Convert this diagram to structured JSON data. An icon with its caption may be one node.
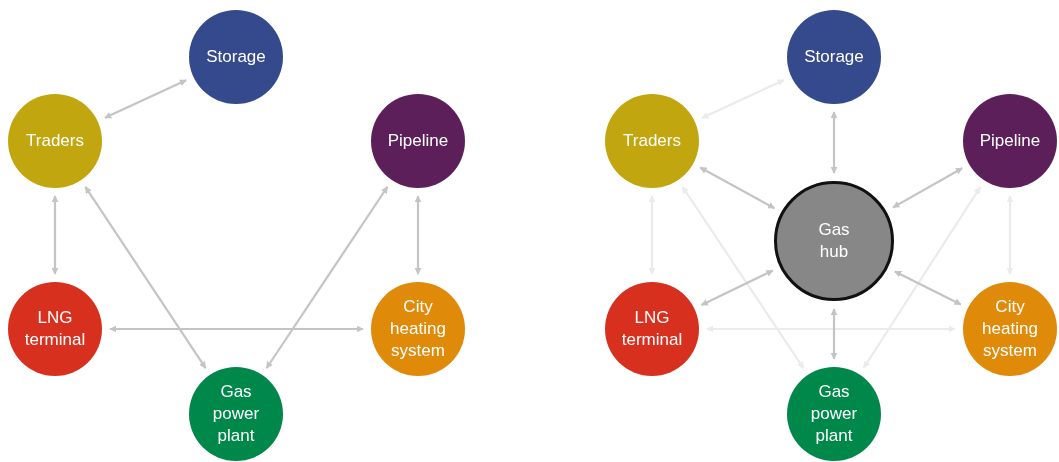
{
  "diagram": {
    "nodes": [
      {
        "text": [
          "Storage"
        ]
      },
      {
        "text": [
          "Traders"
        ]
      },
      {
        "text": [
          "Pipeline"
        ]
      },
      {
        "text": [
          "LNG terminal"
        ]
      },
      {
        "text": [
          "City heating system"
        ]
      },
      {
        "text": [
          "Gas power plant"
        ]
      },
      {
        "text": [
          "Storage"
        ]
      },
      {
        "text": [
          "Traders"
        ]
      },
      {
        "text": [
          "Pipeline"
        ]
      },
      {
        "text": [
          "Gas hub"
        ]
      },
      {
        "text": [
          "LNG terminal"
        ]
      },
      {
        "text": [
          "City heating system"
        ]
      },
      {
        "text": [
          "Gas power plant"
        ]
      }
    ],
    "edges": [
      {
        "from": 0,
        "to": 1,
        "arrow": "both"
      },
      {
        "from": 1,
        "to": 3,
        "arrow": "both"
      },
      {
        "from": 1,
        "to": 5,
        "arrow": "both"
      },
      {
        "from": 2,
        "to": 5,
        "arrow": "both"
      },
      {
        "from": 2,
        "to": 4,
        "arrow": "both"
      },
      {
        "from": 3,
        "to": 4,
        "arrow": "both"
      },
      {
        "from": 6,
        "to": 7,
        "arrow": "both",
        "color": "#ebebeb"
      },
      {
        "from": 7,
        "to": 10,
        "arrow": "both",
        "color": "#ebebeb"
      },
      {
        "from": 7,
        "to": 12,
        "arrow": "both",
        "color": "#ebebeb"
      },
      {
        "from": 8,
        "to": 12,
        "arrow": "both",
        "color": "#ebebeb"
      },
      {
        "from": 8,
        "to": 11,
        "arrow": "both",
        "color": "#ebebeb"
      },
      {
        "from": 10,
        "to": 11,
        "arrow": "both",
        "color": "#ebebeb"
      },
      {
        "from": 9,
        "to": 6,
        "arrow": "both"
      },
      {
        "from": 9,
        "to": 7,
        "arrow": "both"
      },
      {
        "from": 9,
        "to": 8,
        "arrow": "both"
      },
      {
        "from": 9,
        "to": 10,
        "arrow": "both"
      },
      {
        "from": 9,
        "to": 11,
        "arrow": "both"
      },
      {
        "from": 9,
        "to": 12,
        "arrow": "both"
      }
    ]
  }
}
